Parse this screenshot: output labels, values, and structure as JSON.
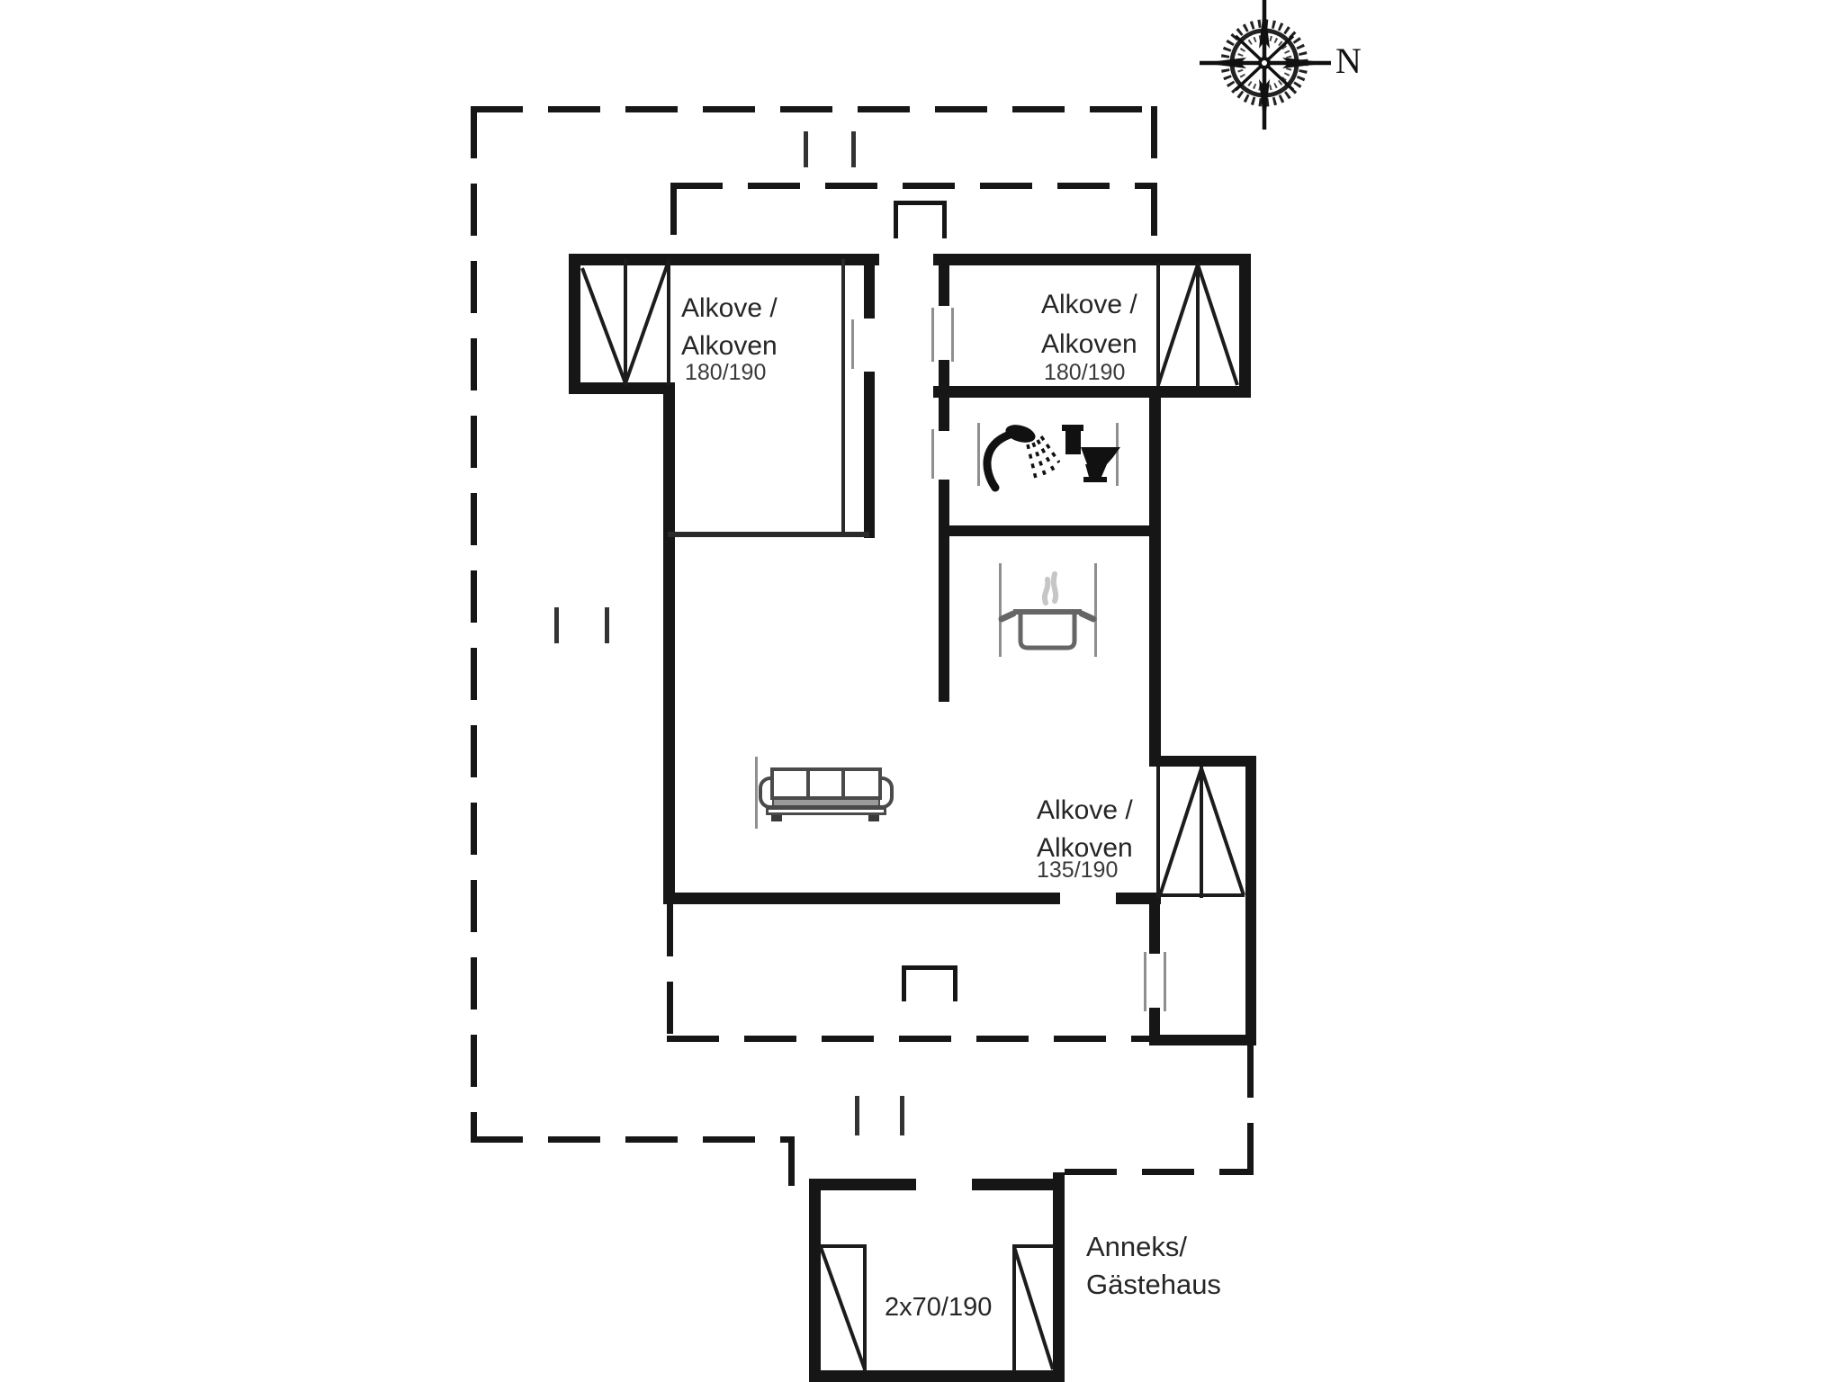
{
  "compass": {
    "north": "N"
  },
  "rooms": {
    "alcove_nw": {
      "l1": "Alkove /",
      "l2": "Alkoven",
      "dim": "180/190"
    },
    "alcove_ne": {
      "l1": "Alkove /",
      "l2": "Alkoven",
      "dim": "180/190"
    },
    "alcove_se": {
      "l1": "Alkove /",
      "l2": "Alkoven",
      "dim": "135/190"
    },
    "annex": {
      "l1": "Anneks/",
      "l2": "Gästehaus",
      "dim": "2x70/190"
    }
  },
  "icons": [
    "compass-rose-icon",
    "shower-icon",
    "toilet-icon",
    "cooking-pot-icon",
    "sofa-icon",
    "window-icon",
    "bed-icon",
    "entrance-step-icon"
  ],
  "colors": {
    "line": "#161616",
    "text": "#262626",
    "furniture_gray": "#8f8f8f",
    "steam_gray": "#c6c6c6"
  }
}
